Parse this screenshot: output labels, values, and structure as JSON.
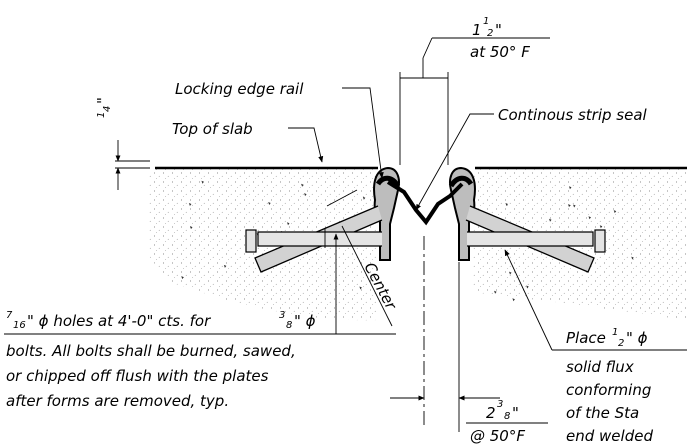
{
  "diagram": {
    "dim_top": {
      "whole": "1",
      "num": "1",
      "den": "2",
      "unit": "\"",
      "cond": "at 50° F"
    },
    "dim_left": {
      "num": "1",
      "den": "4",
      "unit": "\""
    },
    "dim_bottom": {
      "whole": "2",
      "num": "3",
      "den": "8",
      "unit": "\"",
      "cond": "@ 50°F"
    },
    "labels": {
      "locking_edge_rail": "Locking edge rail",
      "strip_seal": "Continous strip seal",
      "top_of_slab": "Top of slab",
      "center": "Center"
    },
    "note_left": {
      "l1_a_num": "7",
      "l1_a_den": "16",
      "l1_a_rest": "\" ϕ holes at 4'-0\" cts. for ",
      "l1_b_num": "3",
      "l1_b_den": "8",
      "l1_b_rest": "\" ϕ",
      "l2": "bolts.  All bolts shall be burned, sawed,",
      "l3": "or chipped off flush with the plates",
      "l4": "after forms are removed, typ."
    },
    "note_right": {
      "l1_a": "Place ",
      "l1_num": "1",
      "l1_den": "2",
      "l1_b": "\" ϕ",
      "l2": "solid flux",
      "l3": "conforming",
      "l4": "of the Sta",
      "l5": "end welded"
    }
  }
}
